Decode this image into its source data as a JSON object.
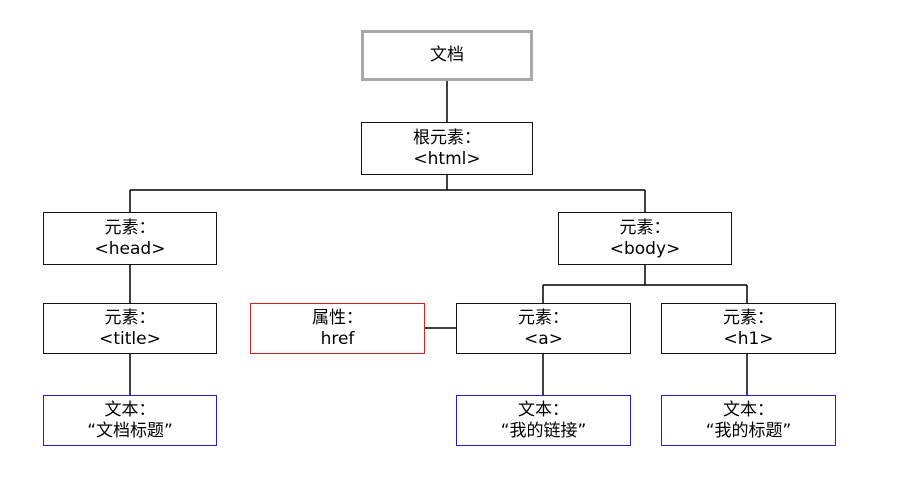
{
  "nodes": {
    "document": {
      "label": "文档"
    },
    "root": {
      "line1": "根元素：",
      "line2": "<html>"
    },
    "head": {
      "line1": "元素：",
      "line2": "<head>"
    },
    "body": {
      "line1": "元素：",
      "line2": "<body>"
    },
    "title": {
      "line1": "元素：",
      "line2": "<title>"
    },
    "attr": {
      "line1": "属性：",
      "line2": "href"
    },
    "a": {
      "line1": "元素：",
      "line2": "<a>"
    },
    "h1": {
      "line1": "元素：",
      "line2": "<h1>"
    },
    "text_title": {
      "line1": "文本：",
      "line2": "“文档标题”"
    },
    "text_a": {
      "line1": "文本：",
      "line2": "“我的链接”"
    },
    "text_h1": {
      "line1": "文本：",
      "line2": "“我的标题”"
    }
  },
  "colors": {
    "element_border": "#111111",
    "document_border": "#a8a8a8",
    "attribute_border": "#e02020",
    "text_border": "#2020d0"
  }
}
